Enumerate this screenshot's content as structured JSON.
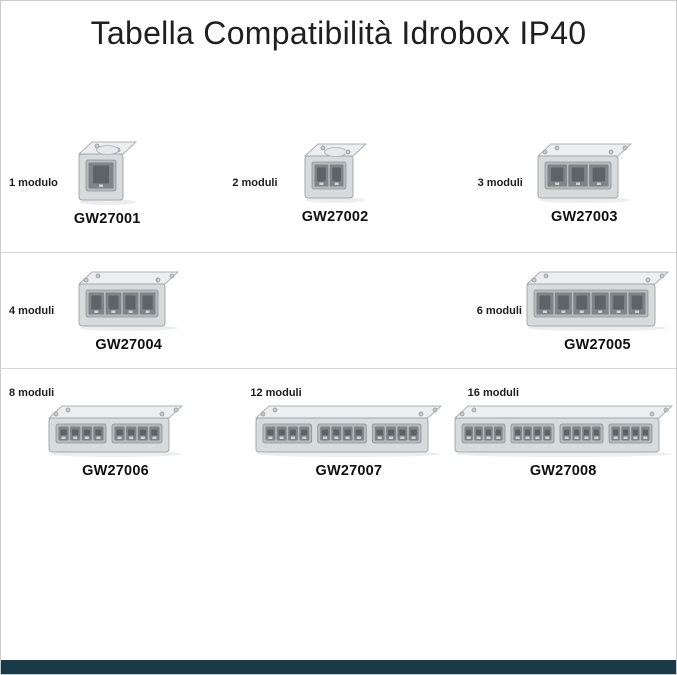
{
  "title": "Tabella Compatibilità Idrobox IP40",
  "footer_color": "#1a3a48",
  "rows": [
    {
      "items": [
        {
          "label": "1 modulo",
          "code": "GW27001",
          "modules": 1
        },
        {
          "label": "2 moduli",
          "code": "GW27002",
          "modules": 2
        },
        {
          "label": "3 moduli",
          "code": "GW27003",
          "modules": 3
        }
      ]
    },
    {
      "items": [
        {
          "label": "4 moduli",
          "code": "GW27004",
          "modules": 4
        },
        {
          "label": "6 moduli",
          "code": "GW27005",
          "modules": 6
        }
      ]
    },
    {
      "items": [
        {
          "label": "8 moduli",
          "code": "GW27006",
          "modules": 8
        },
        {
          "label": "12 moduli",
          "code": "GW27007",
          "modules": 12
        },
        {
          "label": "16 moduli",
          "code": "GW27008",
          "modules": 16
        }
      ]
    }
  ]
}
